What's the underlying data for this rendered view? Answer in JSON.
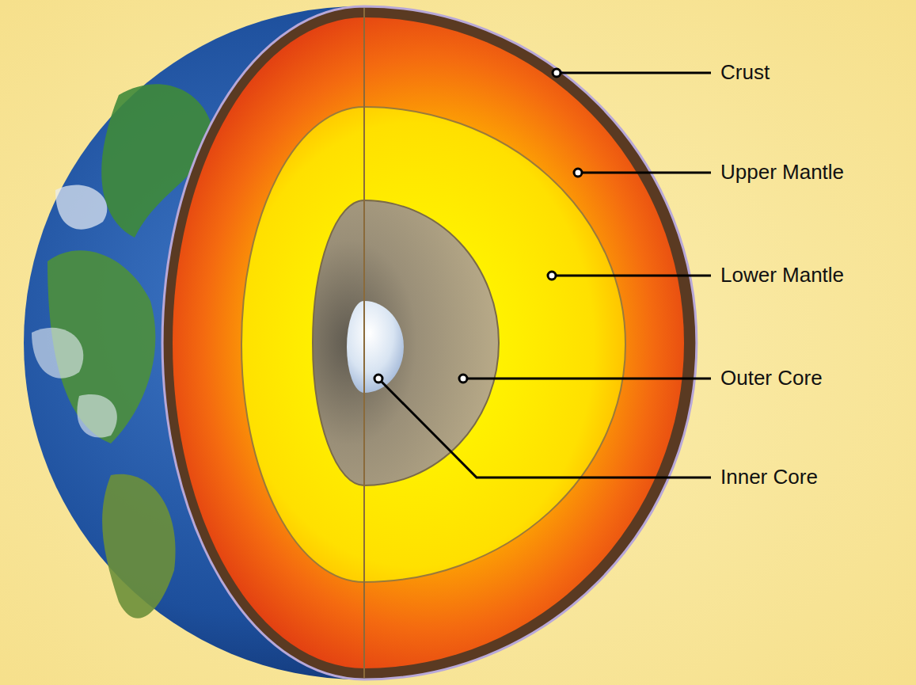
{
  "diagram": {
    "labels": [
      "Crust",
      "Upper Mantle",
      "Lower Mantle",
      "Outer Core",
      "Inner Core"
    ]
  }
}
